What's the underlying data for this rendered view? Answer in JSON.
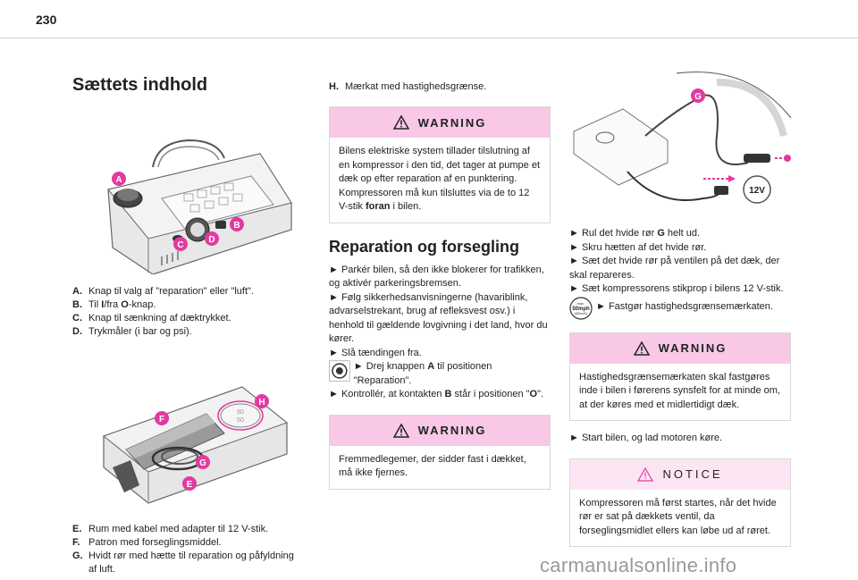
{
  "page_number": "230",
  "col1": {
    "title": "Sættets indhold",
    "fig1_labels": [
      "A",
      "B",
      "C",
      "D"
    ],
    "legend1": [
      {
        "k": "A.",
        "v": "Knap til valg af \"reparation\" eller \"luft\"."
      },
      {
        "k": "B.",
        "v_parts": [
          "Til ",
          "I",
          "/fra ",
          "O",
          "-knap."
        ]
      },
      {
        "k": "C.",
        "v": "Knap til sænkning af dæktrykket."
      },
      {
        "k": "D.",
        "v": "Trykmåler (i bar og psi)."
      }
    ],
    "fig2_labels": [
      "H",
      "F",
      "G",
      "E"
    ],
    "fig2_gauge": [
      "80",
      "50"
    ],
    "legend2": [
      {
        "k": "E.",
        "v": "Rum med kabel med adapter til 12 V-stik."
      },
      {
        "k": "F.",
        "v": "Patron med forseglingsmiddel."
      },
      {
        "k": "G.",
        "v": "Hvidt rør med hætte til reparation og påfyldning af luft."
      }
    ]
  },
  "col2": {
    "h_item": {
      "k": "H.",
      "v": "Mærkat med hastighedsgrænse."
    },
    "warning1": {
      "title": "WARNING",
      "text_before": "Bilens elektriske system tillader tilslutning af en kompressor i den tid, det tager at pumpe et dæk op efter reparation af en punktering. Kompressoren må kun tilsluttes via de to 12 V-stik ",
      "bold": "foran",
      "text_after": " i bilen."
    },
    "section_title": "Reparation og forsegling",
    "steps": [
      "► Parkér bilen, så den ikke blokerer for trafikken, og aktivér parkeringsbremsen.",
      "► Følg sikkerhedsanvisningerne (havariblink, advarselstrekant, brug af refleksvest osv.) i henhold til gældende lovgivning i det land, hvor du kører.",
      "► Slå tændingen fra."
    ],
    "step_knob": {
      "before": "► Drej knappen ",
      "bold": "A",
      "after": " til positionen \"Reparation\"."
    },
    "step_switch": {
      "before": "► Kontrollér, at kontakten ",
      "bold": "B",
      "mid": " står i positionen \"",
      "bold2": "O",
      "after": "\"."
    },
    "warning2": {
      "title": "WARNING",
      "text": "Fremmedlegemer, der sidder fast i dækket, må ikke fjernes."
    }
  },
  "col3": {
    "fig3_labels": [
      "G",
      "12V"
    ],
    "step_g": {
      "before": "► Rul det hvide rør ",
      "bold": "G",
      "after": " helt ud."
    },
    "steps": [
      "► Skru hætten af det hvide rør.",
      "► Sæt det hvide rør på ventilen på det dæk, der skal repareres.",
      "► Sæt kompressorens stikprop i bilens 12 V-stik."
    ],
    "badge": [
      "max.",
      "50mph",
      "(80km/h)"
    ],
    "step_sticker": "► Fastgør hastighedsgrænsemærkaten.",
    "warning3": {
      "title": "WARNING",
      "text": "Hastighedsgrænsemærkaten skal fastgøres inde i bilen i førerens synsfelt for at minde om, at der køres med et midlertidigt dæk."
    },
    "step_start": "► Start bilen, og lad motoren køre.",
    "notice": {
      "title": "NOTICE",
      "text": "Kompressoren må først startes, når det hvide rør er sat på dækkets ventil, da forseglingsmidlet ellers kan løbe ud af røret."
    }
  },
  "watermark": "carmanualsonline.info",
  "colors": {
    "accent": "#e23aa0",
    "warning_bg": "#f8c8e6",
    "notice_bg": "#fce5f3",
    "sticker": "#2f7fc1"
  }
}
